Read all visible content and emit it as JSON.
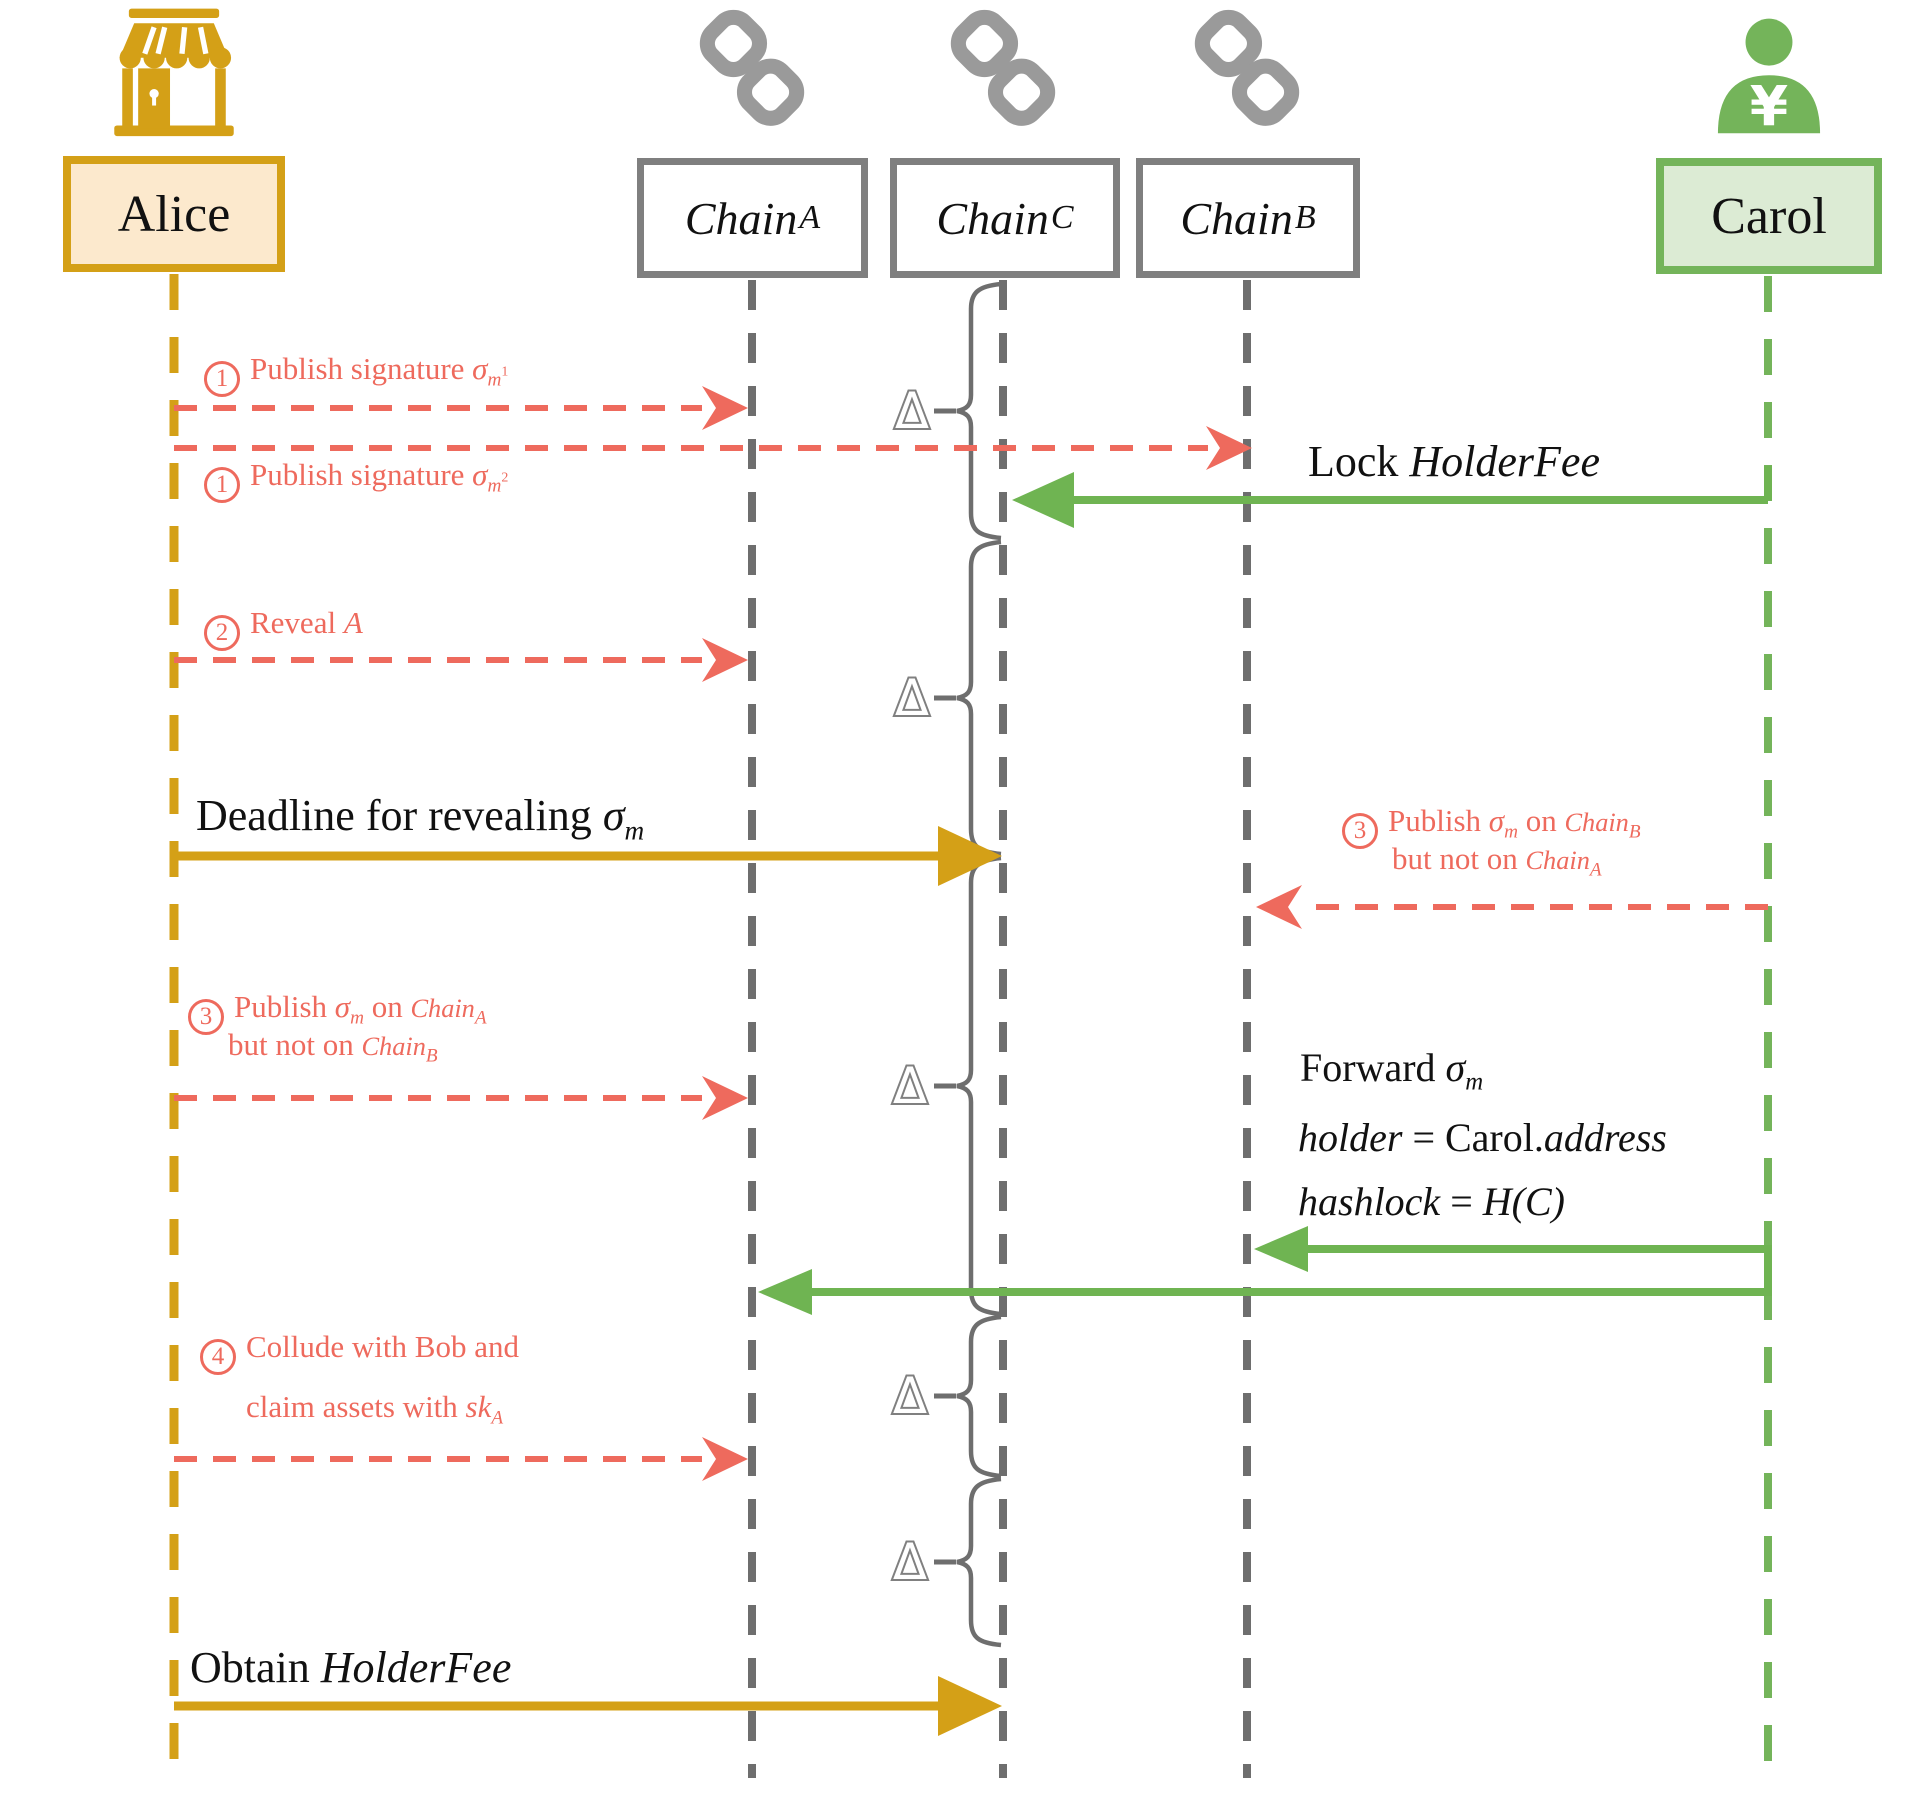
{
  "actors": {
    "alice": {
      "label": "Alice"
    },
    "chain_a": {
      "name": "Chain",
      "sub": "A"
    },
    "chain_c": {
      "name": "Chain",
      "sub": "C"
    },
    "chain_b": {
      "name": "Chain",
      "sub": "B"
    },
    "carol": {
      "label": "Carol",
      "icon_symbol": "¥"
    }
  },
  "messages": {
    "publish_sig_1": {
      "num": "1",
      "text": "Publish signature ",
      "sigma": "σ",
      "sub": "m",
      "sup": "1"
    },
    "publish_sig_2": {
      "num": "1",
      "text": "Publish signature ",
      "sigma": "σ",
      "sub": "m",
      "sup": "2"
    },
    "lock_holder_fee": {
      "pre": "Lock ",
      "math": "HolderFee"
    },
    "reveal": {
      "num": "2",
      "text": "Reveal ",
      "math": "A"
    },
    "deadline": {
      "text": "Deadline for revealing ",
      "sigma": "σ",
      "sub": "m"
    },
    "publish_on_b": {
      "num": "3",
      "pre": "Publish ",
      "sigma": "σ",
      "sigma_sub": "m",
      "mid": " on ",
      "chain": "Chain",
      "chain_sub": "B",
      "line2": "but not on ",
      "chain2": "Chain",
      "chain2_sub": "A"
    },
    "publish_on_a": {
      "num": "3",
      "pre": "Publish ",
      "sigma": "σ",
      "sigma_sub": "m",
      "mid": " on ",
      "chain": "Chain",
      "chain_sub": "A",
      "line2": "but not on ",
      "chain2": "Chain",
      "chain2_sub": "B"
    },
    "forward": {
      "pre": "Forward ",
      "sigma": "σ",
      "sub": "m"
    },
    "holder_assign": {
      "lhs": "holder",
      "eq": " = ",
      "rhs_roman": "Carol.",
      "rhs_italic": "address"
    },
    "hashlock_assign": {
      "lhs": "hashlock",
      "eq": " = ",
      "rhs": "H(C)"
    },
    "collude": {
      "num": "4",
      "line1": "Collude with Bob and",
      "line2": "claim assets with ",
      "sk": "sk",
      "sk_sub": "A"
    },
    "obtain_holder_fee": {
      "pre": "Obtain ",
      "math": "HolderFee"
    }
  },
  "delta": {
    "symbol": "Δ"
  },
  "colors": {
    "gold": "#D4A017",
    "gold_fill": "#FCE9CD",
    "red": "#EE6A5D",
    "green": "#6FB452",
    "green_border": "#74B45A",
    "green_fill": "#DCEBD4",
    "gray_box_border": "#7F7F7F",
    "gray_line": "#6E6E6E",
    "icon_gray": "#9A9A9A",
    "text": "#111111"
  }
}
